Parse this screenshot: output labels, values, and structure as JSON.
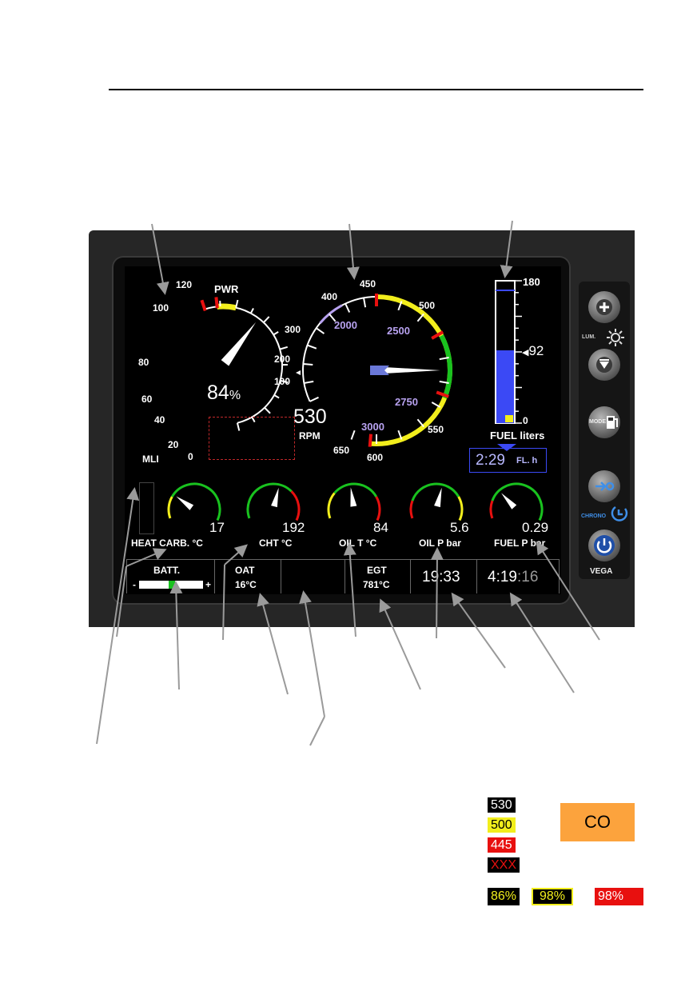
{
  "pwr": {
    "label": "PWR",
    "mli_label": "MLI",
    "ticks": [
      "120",
      "100",
      "80",
      "60",
      "40",
      "20",
      "0"
    ],
    "readout_value": "84",
    "readout_unit": "%",
    "needle_value": 84
  },
  "rpm": {
    "ticks": [
      "100",
      "200",
      "300",
      "400",
      "450",
      "500",
      "550",
      "600",
      "650"
    ],
    "marks": [
      "2000",
      "2500",
      "2750",
      "3000"
    ],
    "value": "530",
    "unit": "RPM"
  },
  "fuel": {
    "ticks": [
      "180",
      "0"
    ],
    "level": "92",
    "level_value": 92,
    "max": 180,
    "label": "FUEL",
    "unit": "liters",
    "endurance": "2:29",
    "endurance_unit": "FL. h"
  },
  "small_gauges": [
    {
      "value": "17",
      "label": "HEAT CARB. °C",
      "needle": 0.25
    },
    {
      "value": "192",
      "label": "CHT °C",
      "needle": 0.55
    },
    {
      "value": "84",
      "label": "OIL T °C",
      "needle": 0.45
    },
    {
      "value": "5.6",
      "label": "OIL P bar",
      "needle": 0.55
    },
    {
      "value": "0.29",
      "label": "FUEL P bar",
      "needle": 0.3
    }
  ],
  "bottom_bar": {
    "batt_label": "BATT.",
    "batt_minus": "-",
    "batt_plus": "+",
    "oat_label": "OAT",
    "oat_value": "16°C",
    "egt_label": "EGT",
    "egt_value": "781°C",
    "clock": "19:33",
    "chrono": "4:19",
    "chrono_seconds": ":16"
  },
  "buttons": {
    "lum": "LUM.",
    "mode": "MODE",
    "chrono": "CHRONO",
    "brand": "VEGA"
  },
  "legend": {
    "normal": "530",
    "caution": "500",
    "warning": "445",
    "invalid": "XXX",
    "co": "CO",
    "pct1": "86%",
    "pct2": "98%",
    "pct3": "98%"
  },
  "colors": {
    "green": "#19c21f",
    "yellow": "#f2ee1c",
    "red": "#e8100f",
    "violet": "#b8a2f0",
    "blue": "#3b49f5",
    "orange": "#fca33d"
  }
}
